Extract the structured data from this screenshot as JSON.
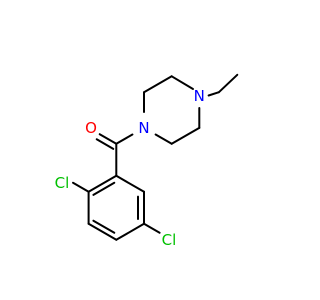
{
  "molecule": {
    "atoms": {
      "oxygen": {
        "symbol": "O",
        "color": "#ff0000"
      },
      "nitrogen_amide": {
        "symbol": "N",
        "color": "#0000ff"
      },
      "nitrogen_ethyl": {
        "symbol": "N",
        "color": "#0000ff"
      },
      "chlorine_top": {
        "symbol": "Cl",
        "color": "#00c000"
      },
      "chlorine_bottom": {
        "symbol": "Cl",
        "color": "#00c000"
      }
    },
    "bond_color": "#000000"
  }
}
